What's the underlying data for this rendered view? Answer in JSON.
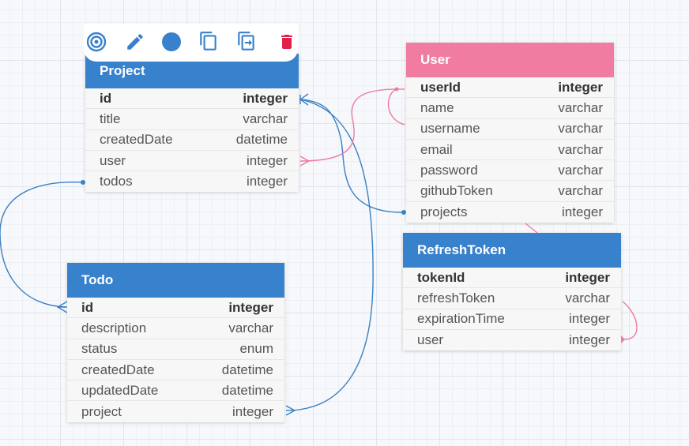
{
  "colors": {
    "blue": "#3881cc",
    "pink": "#f07da1",
    "delete_red": "#e0204a",
    "edge_blue": "#3b7fc4",
    "edge_pink": "#ef7aa0"
  },
  "toolbar": {
    "icons": [
      "focus-target-icon",
      "edit-pencil-icon",
      "color-circle-icon",
      "duplicate-icon",
      "copy-to-icon",
      "delete-trash-icon"
    ]
  },
  "tables": {
    "project": {
      "name": "Project",
      "rows": [
        {
          "name": "id",
          "type": "integer",
          "pk": true
        },
        {
          "name": "title",
          "type": "varchar"
        },
        {
          "name": "createdDate",
          "type": "datetime"
        },
        {
          "name": "user",
          "type": "integer"
        },
        {
          "name": "todos",
          "type": "integer"
        }
      ]
    },
    "user": {
      "name": "User",
      "rows": [
        {
          "name": "userId",
          "type": "integer",
          "pk": true
        },
        {
          "name": "name",
          "type": "varchar"
        },
        {
          "name": "username",
          "type": "varchar"
        },
        {
          "name": "email",
          "type": "varchar"
        },
        {
          "name": "password",
          "type": "varchar"
        },
        {
          "name": "githubToken",
          "type": "varchar"
        },
        {
          "name": "projects",
          "type": "integer"
        }
      ]
    },
    "todo": {
      "name": "Todo",
      "rows": [
        {
          "name": "id",
          "type": "integer",
          "pk": true
        },
        {
          "name": "description",
          "type": "varchar"
        },
        {
          "name": "status",
          "type": "enum"
        },
        {
          "name": "createdDate",
          "type": "datetime"
        },
        {
          "name": "updatedDate",
          "type": "datetime"
        },
        {
          "name": "project",
          "type": "integer"
        }
      ]
    },
    "refresh_token": {
      "name": "RefreshToken",
      "rows": [
        {
          "name": "tokenId",
          "type": "integer",
          "pk": true
        },
        {
          "name": "refreshToken",
          "type": "varchar"
        },
        {
          "name": "expirationTime",
          "type": "integer"
        },
        {
          "name": "user",
          "type": "integer"
        }
      ]
    }
  }
}
